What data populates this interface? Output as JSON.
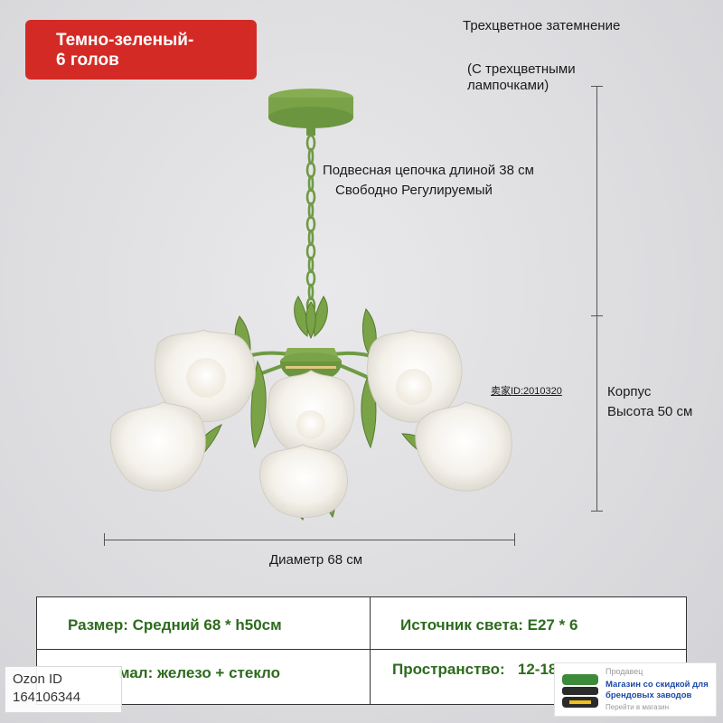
{
  "badge": {
    "line1": "Темно-зеленый-",
    "line2": "6 голов"
  },
  "labels": {
    "tricolor": "Трехцветное затемнение",
    "bulbs_line1": "(С трехцветными",
    "bulbs_line2": "лампочками)",
    "chain_line1": "Подвесная цепочка длиной 38 см",
    "chain_line2": "Свободно Регулируемый",
    "seller_code": "卖家ID:2010320",
    "body_line1": "Корпус",
    "body_line2": "Высота 50 см",
    "diameter": "Диаметр 68 см"
  },
  "specs": {
    "size": "Размер: Средний 68 * h50см",
    "light_source": "Источник света: E27 * 6",
    "material": "мал: железо + стекло",
    "space": "Пространство:   12-18"
  },
  "ozon": {
    "label": "Ozon ID",
    "id": "164106344"
  },
  "seller": {
    "label": "Продавец",
    "name": "Магазин со скидкой для брендовых заводов",
    "link": "Перейти в магазин"
  },
  "colors": {
    "badge_red": "#d42a25",
    "lamp_green": "#7aa347",
    "spec_text_green": "#2d6b1e"
  },
  "icons": [
    "seller-logo-icon"
  ]
}
